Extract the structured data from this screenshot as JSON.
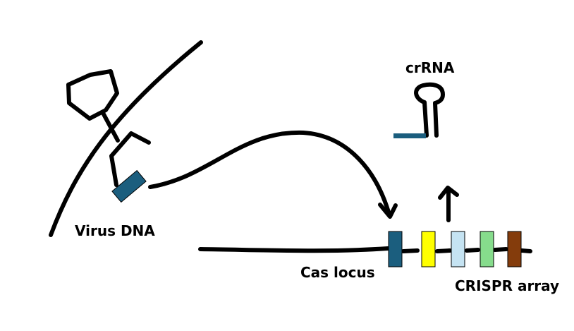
{
  "labels": {
    "virus_dna": "Virus DNA",
    "crrna": "crRNA",
    "cas_locus": "Cas locus",
    "crispr_array": "CRISPR array"
  },
  "colors": {
    "ink": "#000000",
    "spacer_virus": "#1b5e7e",
    "repeat_1": "#1b5e7e",
    "repeat_2": "#ffff00",
    "repeat_3": "#c5e3f2",
    "repeat_4": "#86dc8c",
    "repeat_5": "#843c0c",
    "crrna_spacer": "#1b5e7e"
  },
  "crispr_array": {
    "units": [
      "repeat_1",
      "repeat_2",
      "repeat_3",
      "repeat_4",
      "repeat_5"
    ]
  }
}
